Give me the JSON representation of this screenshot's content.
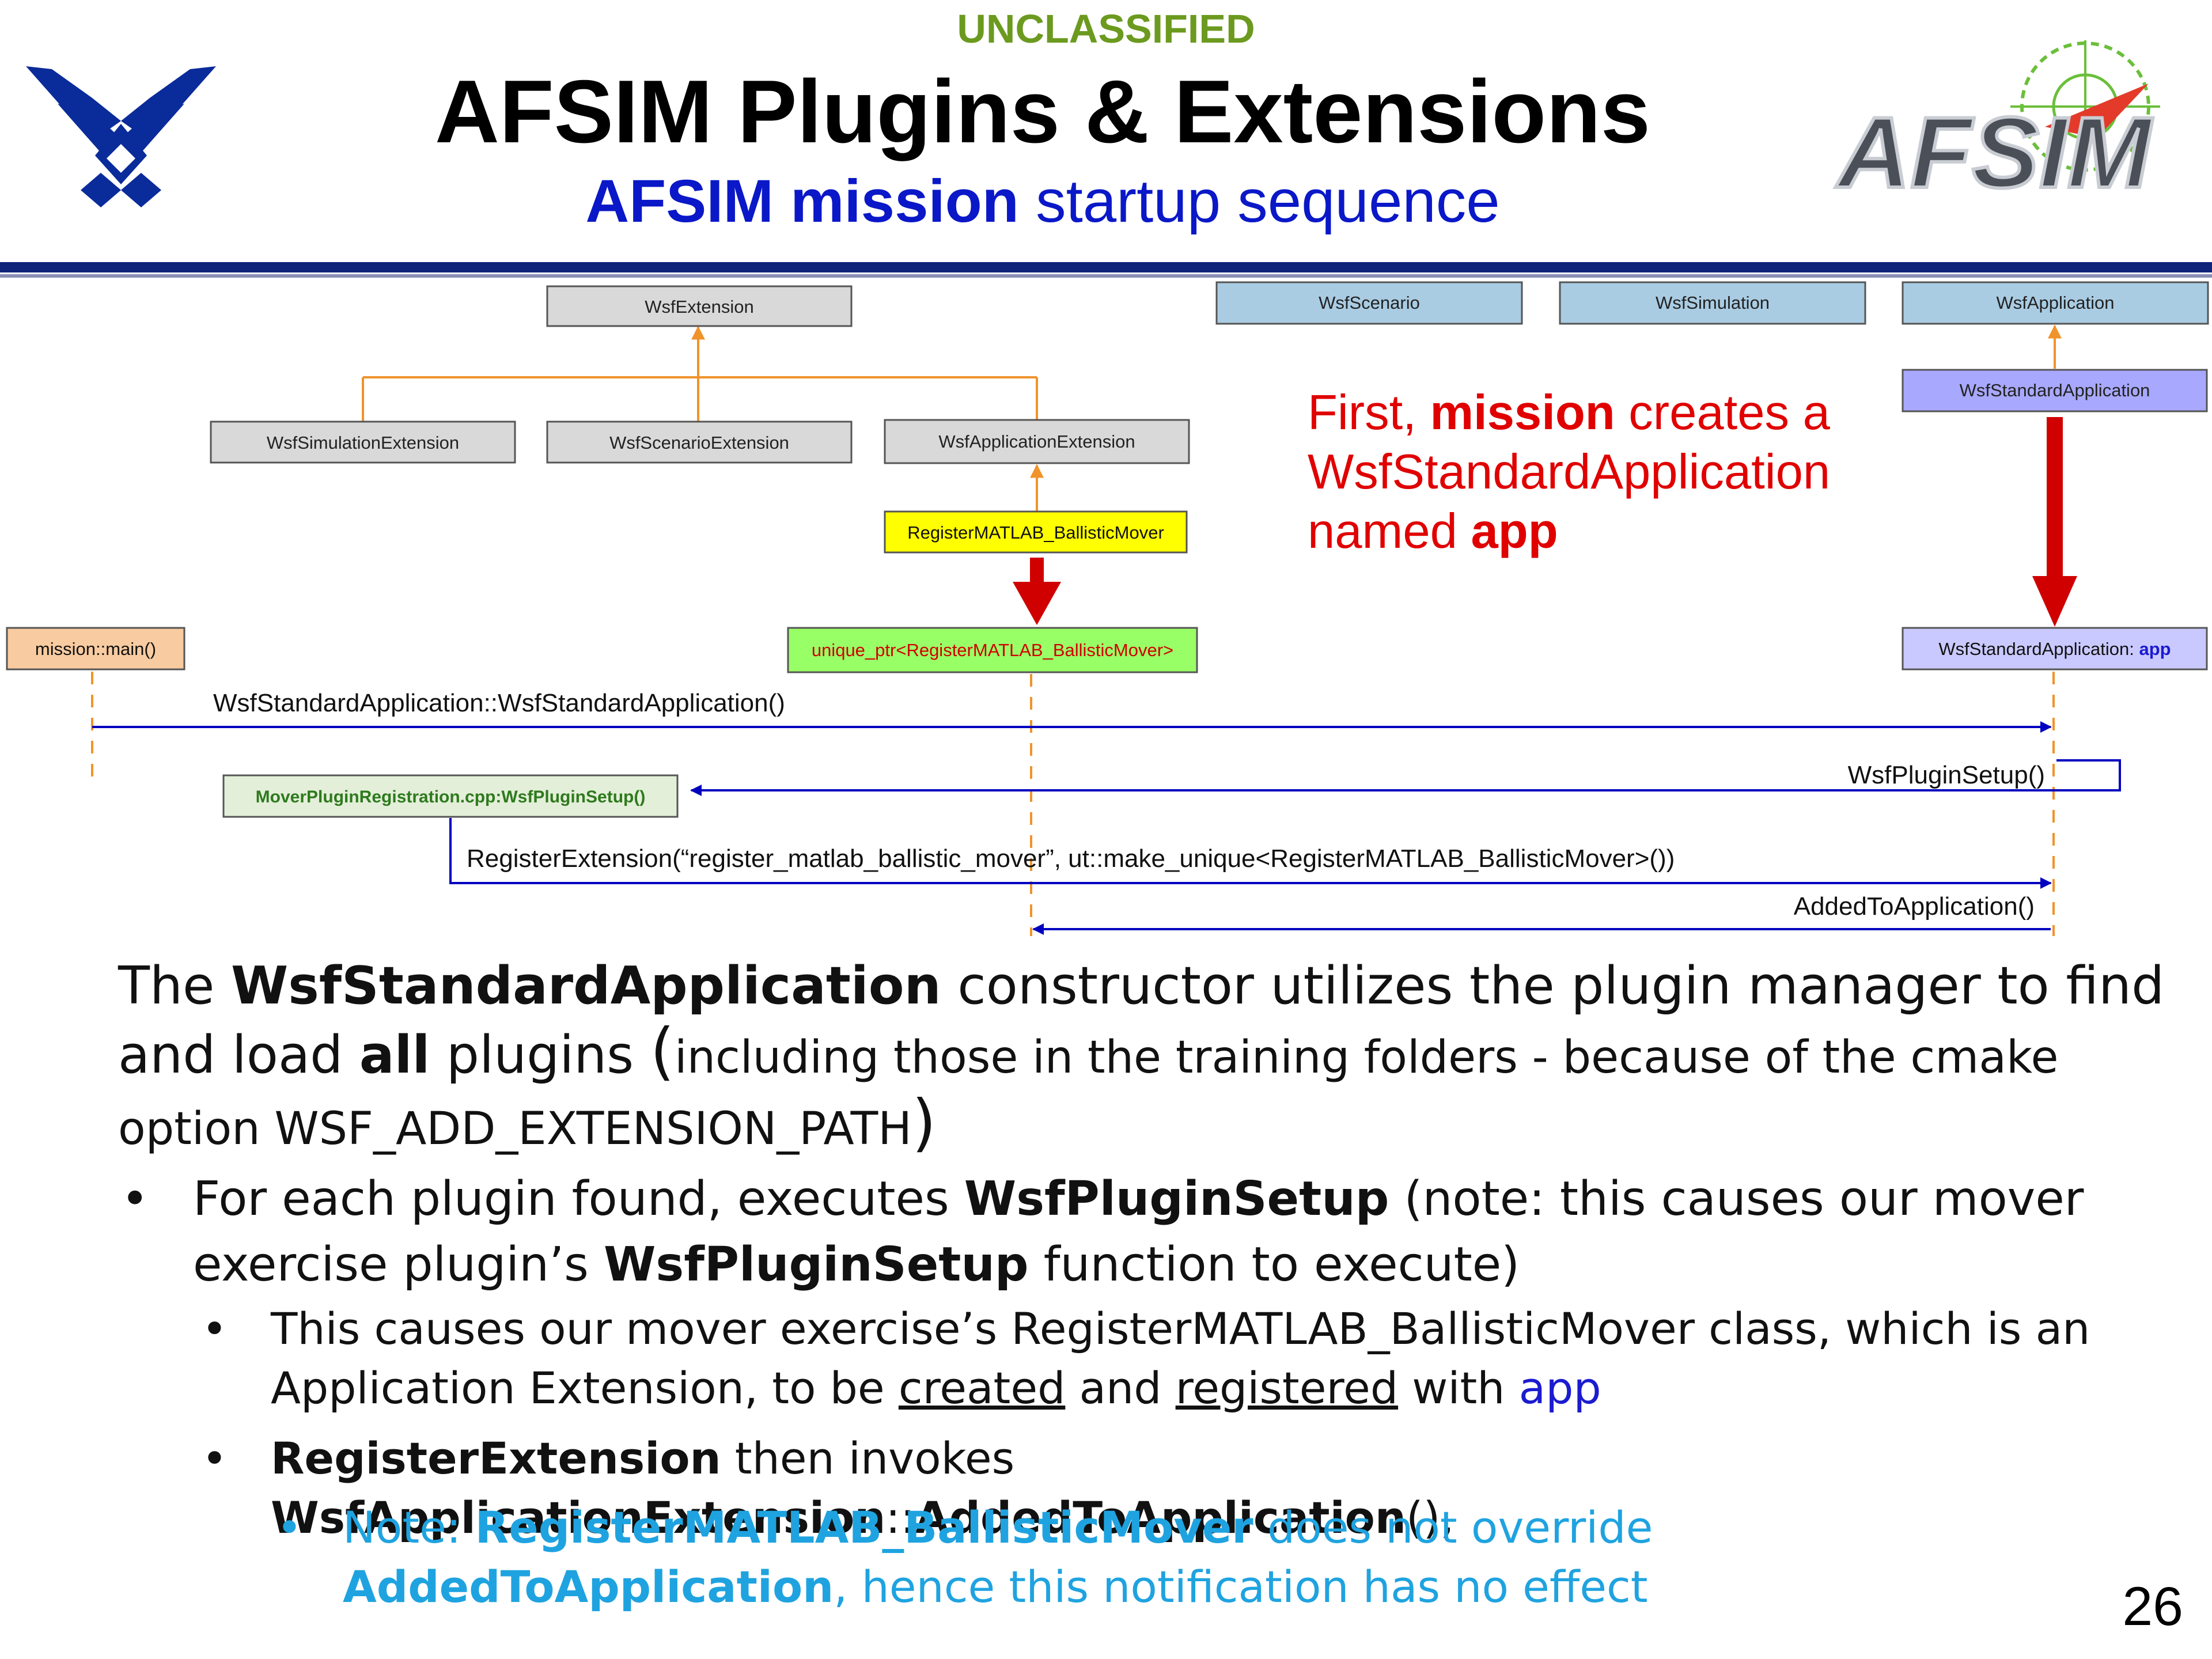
{
  "header": {
    "classification": "UNCLASSIFIED",
    "title": "AFSIM Plugins & Extensions",
    "subtitle_bold": "AFSIM mission",
    "subtitle_rest": " startup sequence",
    "logo_right_text": "AFSIM"
  },
  "diagram": {
    "boxes": {
      "wsf_extension": "WsfExtension",
      "wsf_simulation_extension": "WsfSimulationExtension",
      "wsf_scenario_extension": "WsfScenarioExtension",
      "wsf_application_extension": "WsfApplicationExtension",
      "register_mover": "RegisterMATLAB_BallisticMover",
      "wsf_scenario": "WsfScenario",
      "wsf_simulation": "WsfSimulation",
      "wsf_application": "WsfApplication",
      "wsf_standard_application": "WsfStandardApplication",
      "mission_main": "mission::main()",
      "unique_ptr": "unique_ptr<RegisterMATLAB_BallisticMover>",
      "app_instance_prefix": "WsfStandardApplication: ",
      "app_instance_name": "app",
      "mover_plugin_setup": "MoverPluginRegistration.cpp:WsfPluginSetup()"
    },
    "messages": {
      "constructor": "WsfStandardApplication::WsfStandardApplication()",
      "plugin_setup": "WsfPluginSetup()",
      "register_extension": "RegisterExtension(“register_matlab_ballistic_mover”, ut::make_unique<RegisterMATLAB_BallisticMover>())",
      "added_to_application": "AddedToApplication()"
    },
    "note": {
      "part1": "First, ",
      "part2": "mission",
      "part3": " creates a WsfStandardApplication named ",
      "part4": "app"
    }
  },
  "body": {
    "p1_a": "The ",
    "p1_b": "WsfStandardApplication",
    "p1_c": " constructor utilizes the plugin manager to find and load ",
    "p1_d": "all",
    "p1_e": " plugins ",
    "p1_open": "(",
    "p1_f": "including those in the training folders - because of the cmake option WSF_ADD_EXTENSION_PATH",
    "p1_close": ")",
    "bullet1": {
      "a": "For each plugin found, executes ",
      "b": "WsfPluginSetup",
      "c": " (note: this causes our mover exercise plugin’s ",
      "d": "WsfPluginSetup",
      "e": " function to execute)"
    },
    "bullet2": {
      "a": "This causes our mover exercise’s RegisterMATLAB_BallisticMover class, which is an Application Extension, to be ",
      "b": "created",
      "c": " and ",
      "d": "registered",
      "e": " with ",
      "f": "app"
    },
    "bullet3": {
      "a": "RegisterExtension",
      "b": " then invokes ",
      "c": "WsfApplicationExtension",
      "d": "::",
      "e": "AddedToApplication",
      "f": "(),"
    },
    "bullet4": {
      "a": "Note:  ",
      "b": "RegisterMATLAB_BallisticMover",
      "c": " does not override ",
      "d": "AddedToApplication",
      "e": ", hence this notification has no effect"
    },
    "bullet_glyph": "•"
  },
  "page_number": "26",
  "colors": {
    "classification": "#6b9a1f",
    "subtitle": "#0a18c8",
    "note_red": "#e00000",
    "note_blue": "#1fa3e0",
    "gray_box": "#d9d9d9",
    "blue_box": "#a9cce3",
    "purple_box": "#a8a8ff",
    "yellow_box": "#ffff00",
    "green_box": "#99ff66",
    "orange_box": "#f8cba0",
    "message_line": "#0000c0"
  }
}
